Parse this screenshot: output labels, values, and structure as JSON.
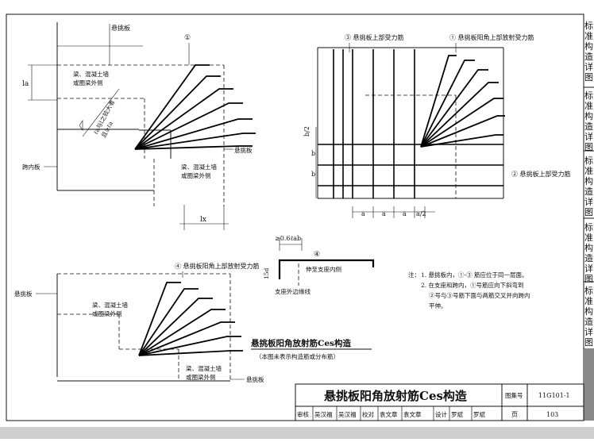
{
  "top_left": {
    "cantilever_slab": "悬挑板",
    "bar_1": "①",
    "beam_wall": [
      "梁、混凝土墙",
      "或圈梁外侧"
    ],
    "diag_note": [
      "ℓa与l之较大者",
      "且≥ℓa"
    ],
    "la_label": "la",
    "lx_label": "lx",
    "cantilever_slab_right": "悬挑板",
    "inner_span_slab": "跨内板",
    "beam_wall_2": [
      "梁、混凝土墙",
      "或圈梁外侧"
    ]
  },
  "top_right": {
    "bar_3_label": "③ 悬挑板上部受力筋",
    "bar_1_label": "① 悬挑板阳角上部放射受力筋",
    "bar_2_label": "② 悬挑板上部受力筋",
    "dims_v": [
      "b/2",
      "b",
      "b"
    ],
    "dims_h": [
      "a",
      "a",
      "a",
      "a/2"
    ]
  },
  "bar_detail": {
    "min_len": "≥0.6ℓab",
    "bar_4": "④",
    "extend_note": "伸至支座内侧",
    "hook": "15d",
    "support_edge": "支座外边缘线"
  },
  "bottom_left": {
    "bar_4_label": "④ 悬挑板阳角上部放射受力筋",
    "cantilever_slab_left": "悬挑板",
    "beam_wall": [
      "梁、混凝土墙",
      "或圈梁外侧"
    ],
    "beam_wall_2": [
      "梁、混凝土墙",
      "或圈梁外侧"
    ],
    "cantilever_slab_bottom": "悬挑板"
  },
  "caption": {
    "title": "悬挑板阳角放射筋Ces构造",
    "subtitle": "（本图未表示构造筋或分布筋）"
  },
  "notes": {
    "prefix": "注：",
    "items": [
      "1. 悬挑板内，①-③ 筋应位于同一层面。",
      "2. 在支座和跨内，①号筋应向下斜弯到",
      "②号与③号筋下面与两筋交叉并向跨内",
      "平伸。"
    ]
  },
  "title_block": {
    "drawing_title": "悬挑板阳角放射筋Ces构造",
    "atlas_label": "图集号",
    "atlas_no": "11G101-1",
    "page_label": "页",
    "page_no": "103",
    "row": [
      "审核",
      "吴汉福",
      "吴汉福",
      "校对",
      "袁文章",
      "袁文章",
      "设计",
      "罗斌",
      "罗斌"
    ]
  },
  "side_tabs": [
    "标准构造详图",
    "标准构造详图",
    "标准构造详图",
    "标准构造详图",
    "标准构造详图"
  ]
}
